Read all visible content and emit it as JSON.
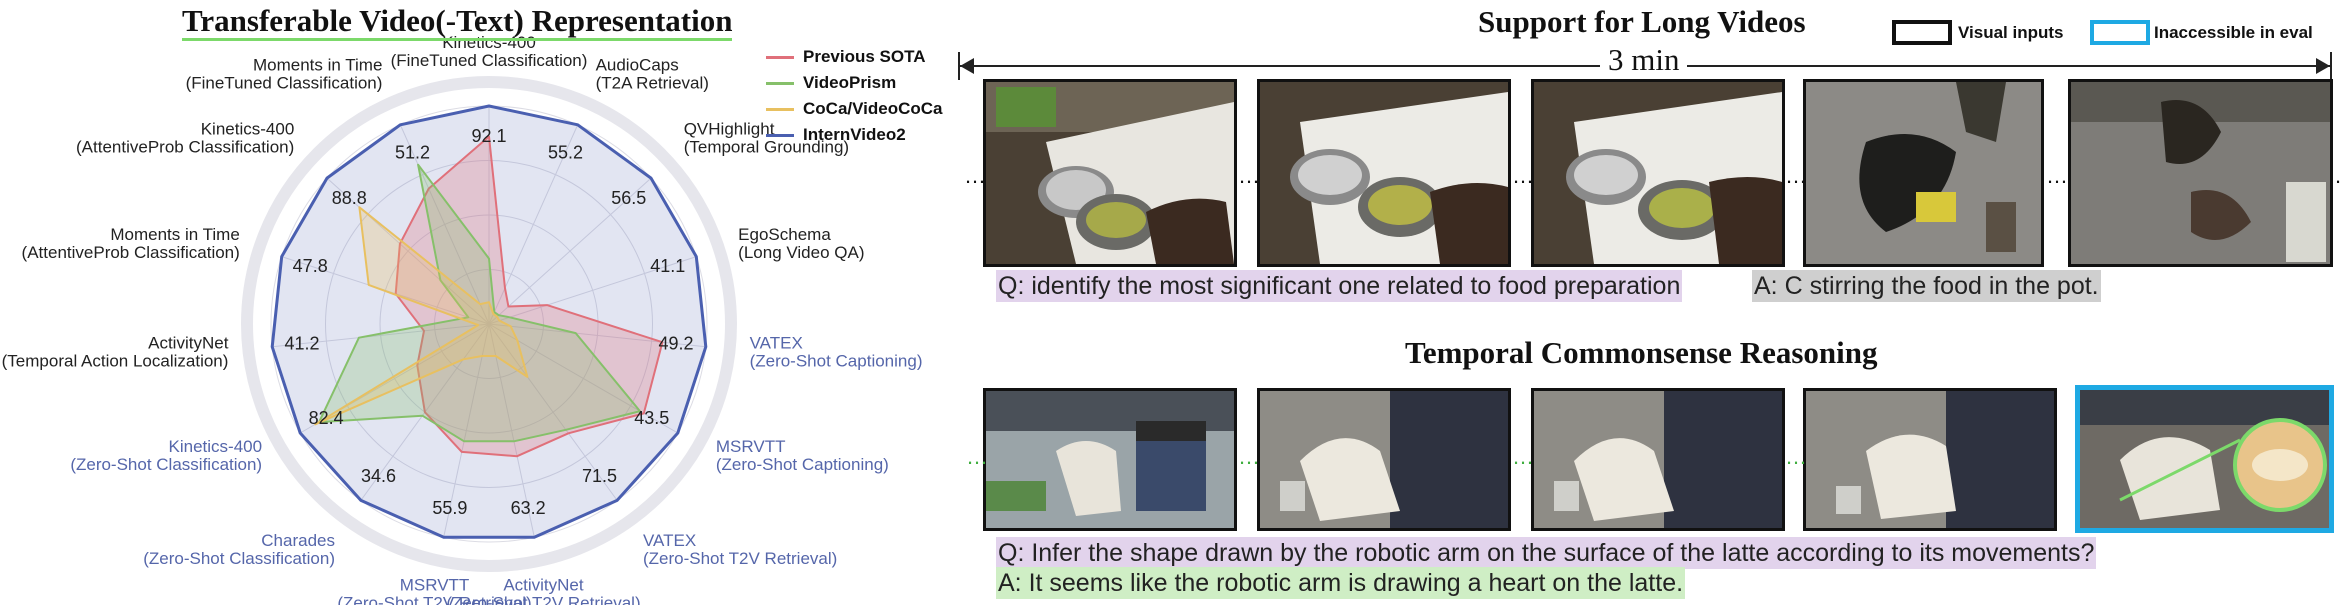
{
  "left": {
    "title": "Transferable Video(-Text) Representation",
    "legend": [
      {
        "name": "Previous SOTA",
        "color": "#e0707a"
      },
      {
        "name": "VideoPrism",
        "color": "#86c06a"
      },
      {
        "name": "CoCa/VideoCoCa",
        "color": "#e8c060"
      },
      {
        "name": "InternVideo2",
        "color": "#4a5fb0"
      }
    ]
  },
  "chart_data": {
    "type": "radar",
    "title": "Transferable Video(-Text) Representation",
    "axes": [
      {
        "name": "Kinetics-400",
        "task": "(FineTuned Classification)",
        "value_label": "92.1",
        "zero_shot": false
      },
      {
        "name": "AudioCaps",
        "task": "(T2A Retrieval)",
        "value_label": "55.2",
        "zero_shot": false
      },
      {
        "name": "QVHighlight",
        "task": "(Temporal Grounding)",
        "value_label": "56.5",
        "zero_shot": false
      },
      {
        "name": "EgoSchema",
        "task": "(Long Video QA)",
        "value_label": "41.1",
        "zero_shot": false
      },
      {
        "name": "VATEX",
        "task": "(Zero-Shot Captioning)",
        "value_label": "49.2",
        "zero_shot": true
      },
      {
        "name": "MSRVTT",
        "task": "(Zero-Shot Captioning)",
        "value_label": "43.5",
        "zero_shot": true
      },
      {
        "name": "VATEX",
        "task": "(Zero-Shot T2V Retrieval)",
        "value_label": "71.5",
        "zero_shot": true
      },
      {
        "name": "ActivityNet",
        "task": "(Zero-Shot T2V Retrieval)",
        "value_label": "63.2",
        "zero_shot": true
      },
      {
        "name": "MSRVTT",
        "task": "(Zero-Shot T2V Retrieval)",
        "value_label": "55.9",
        "zero_shot": true
      },
      {
        "name": "Charades",
        "task": "(Zero-Shot Classification)",
        "value_label": "34.6",
        "zero_shot": true
      },
      {
        "name": "Kinetics-400",
        "task": "(Zero-Shot Classification)",
        "value_label": "82.4",
        "zero_shot": true
      },
      {
        "name": "ActivityNet",
        "task": "(Temporal Action Localization)",
        "value_label": "41.2",
        "zero_shot": false
      },
      {
        "name": "Moments in Time",
        "task": "(AttentiveProb Classification)",
        "value_label": "47.8",
        "zero_shot": false
      },
      {
        "name": "Kinetics-400",
        "task": "(AttentiveProb Classification)",
        "value_label": "88.8",
        "zero_shot": false
      },
      {
        "name": "Moments in Time",
        "task": "(FineTuned Classification)",
        "value_label": "51.2",
        "zero_shot": false
      }
    ],
    "series": [
      {
        "name": "Previous SOTA",
        "color": "#e0707a",
        "values": [
          0.86,
          0.18,
          0.12,
          0.28,
          0.8,
          0.82,
          0.62,
          0.62,
          0.6,
          0.5,
          0.38,
          0.3,
          0.45,
          0.55,
          0.68
        ]
      },
      {
        "name": "VideoPrism",
        "color": "#86c06a",
        "values": [
          0.3,
          0.06,
          0.06,
          0.1,
          0.4,
          0.8,
          0.6,
          0.55,
          0.55,
          0.52,
          0.9,
          0.6,
          0.1,
          0.3,
          0.8
        ]
      },
      {
        "name": "CoCa/VideoCoCa",
        "color": "#e8c060",
        "values": [
          0.1,
          0.05,
          0.05,
          0.05,
          0.1,
          0.15,
          0.3,
          0.15,
          0.15,
          0.2,
          0.92,
          0.05,
          0.58,
          0.8,
          0.1
        ]
      },
      {
        "name": "InternVideo2",
        "color": "#4a5fb0",
        "values": [
          1,
          1,
          1,
          1,
          1,
          1,
          1,
          1,
          1,
          1,
          1,
          1,
          1,
          1,
          1
        ]
      }
    ],
    "zero_shot_label_color": "#5566aa",
    "label_color": "#222222",
    "rings": 4
  },
  "right": {
    "long_title": "Support for Long Videos",
    "legend_visual": "Visual inputs",
    "legend_inaccessible": "Inaccessible in eval",
    "timeline_label": "3 min",
    "long_q": "Q: identify the most significant one related to food preparation",
    "long_a": "A: C stirring the food in the pot.",
    "reason_title": "Temporal Commonsense Reasoning",
    "reason_q": "Q: Infer the shape drawn by the robotic arm on the surface of the latte according to its movements?",
    "reason_a": "A: It seems like the robotic arm is drawing a heart on the latte.",
    "ellipsis": "…",
    "colors": {
      "visual": "#111111",
      "inaccessible": "#1ea9e3",
      "q_bg": "#e2d3ec",
      "a_bg_long": "#cfcfcf",
      "a_bg_reason": "#cfeec5"
    }
  }
}
